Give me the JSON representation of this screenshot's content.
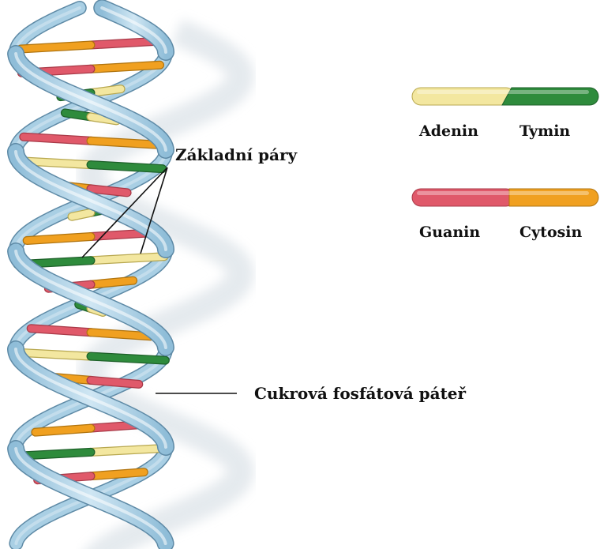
{
  "labels": {
    "base_pairs": "Základní páry",
    "backbone": "Cukrová fosfátová páteř"
  },
  "legend": [
    {
      "left": "Adenin",
      "right": "Tymin",
      "left_color": "#f3e7a0",
      "right_color": "#2e8b3c"
    },
    {
      "left": "Guanin",
      "right": "Cytosin",
      "left_color": "#e0596a",
      "right_color": "#f0a020"
    }
  ],
  "colors": {
    "backbone": "#a9cfe4",
    "backbone_edge": "#5e8aa6",
    "shadow": "#e2e7ec",
    "adenine": "#f3e7a0",
    "thymine": "#2e8b3c",
    "guanine": "#e0596a",
    "cytosine": "#f0a020"
  }
}
